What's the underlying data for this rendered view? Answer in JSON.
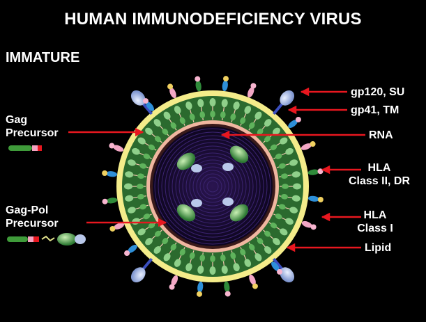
{
  "title": "HUMAN IMMUNODEFICIENCY VIRUS",
  "stage": "IMMATURE",
  "labels": {
    "gag_line1": "Gag",
    "gag_line2": "Precursor",
    "gagpol_line1": "Gag-Pol",
    "gagpol_line2": "Precursor",
    "gp120": "gp120, SU",
    "gp41": "gp41, TM",
    "rna": "RNA",
    "hla2_line1": "HLA",
    "hla2_line2": "Class II, DR",
    "hla1_line1": "HLA",
    "hla1_line2": "Class I",
    "lipid": "Lipid"
  },
  "colors": {
    "background": "#000000",
    "arrow": "#e8171f",
    "membrane": "#f4ec8a",
    "matrix": "#2f8a3a",
    "core": "#1a0c3a",
    "gp120": "#b9c8ea",
    "hla": "#f2a6c4"
  }
}
